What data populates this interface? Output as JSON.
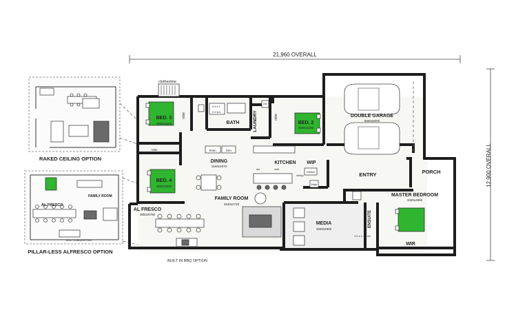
{
  "dimensions": {
    "overall_width": "21,960 OVERALL",
    "overall_height": "12,900 OVERALL"
  },
  "labels": {
    "clothesline": "clothesline",
    "robe": "robe",
    "linen": "linen",
    "brm": "brm",
    "bath": "BATH",
    "laundry": "LAUNDRY",
    "wm": "wm",
    "pwd": "0.9 x 1",
    "shr": "0.9 shr",
    "wip": "WIP",
    "dw": "dw",
    "sink": "sink",
    "cktop": "ck/top",
    "fridge": "fridge",
    "shelves": "shelves",
    "ensuite_shr": "1.0 x\n1.73 shr"
  },
  "rooms": {
    "bed3": {
      "name": "BED. 3",
      "size": "3000x3200"
    },
    "bed2": {
      "name": "BED. 2",
      "size": "3000x3200"
    },
    "bed4": {
      "name": "BED. 4",
      "size": "3000x3200"
    },
    "garage": {
      "name": "DOUBLE GARAGE",
      "size": "5800x6000"
    },
    "dining": {
      "name": "DINING",
      "size": "3160x4570"
    },
    "kitchen": {
      "name": "KITCHEN"
    },
    "family": {
      "name": "FAMILY ROOM",
      "size": "4540x4720"
    },
    "entry": {
      "name": "ENTRY"
    },
    "porch": {
      "name": "PORCH"
    },
    "master": {
      "name": "MASTER BEDROOM",
      "size": "3280x4960"
    },
    "ensuite": {
      "name": "ENSUITE"
    },
    "wir": {
      "name": "WIR"
    },
    "media": {
      "name": "MEDIA",
      "size": "3200x4500"
    },
    "alfresco": {
      "name": "AL FRESCO",
      "size": "3850x5780"
    }
  },
  "options": {
    "raked": "RAKED CEILING OPTION",
    "pillarless": "PILLAR-LESS ALFRESCO OPTION",
    "bbq": "BUILT IN BBQ OPTION",
    "inset_alfresco": "AL FRESCO",
    "inset_family": "FAMILY ROOM",
    "inset_bbq": "BUILT IN BBQ OPTION"
  },
  "colors": {
    "bedroom_fill": "#2fb52f",
    "wall": "#1d1d1d"
  }
}
